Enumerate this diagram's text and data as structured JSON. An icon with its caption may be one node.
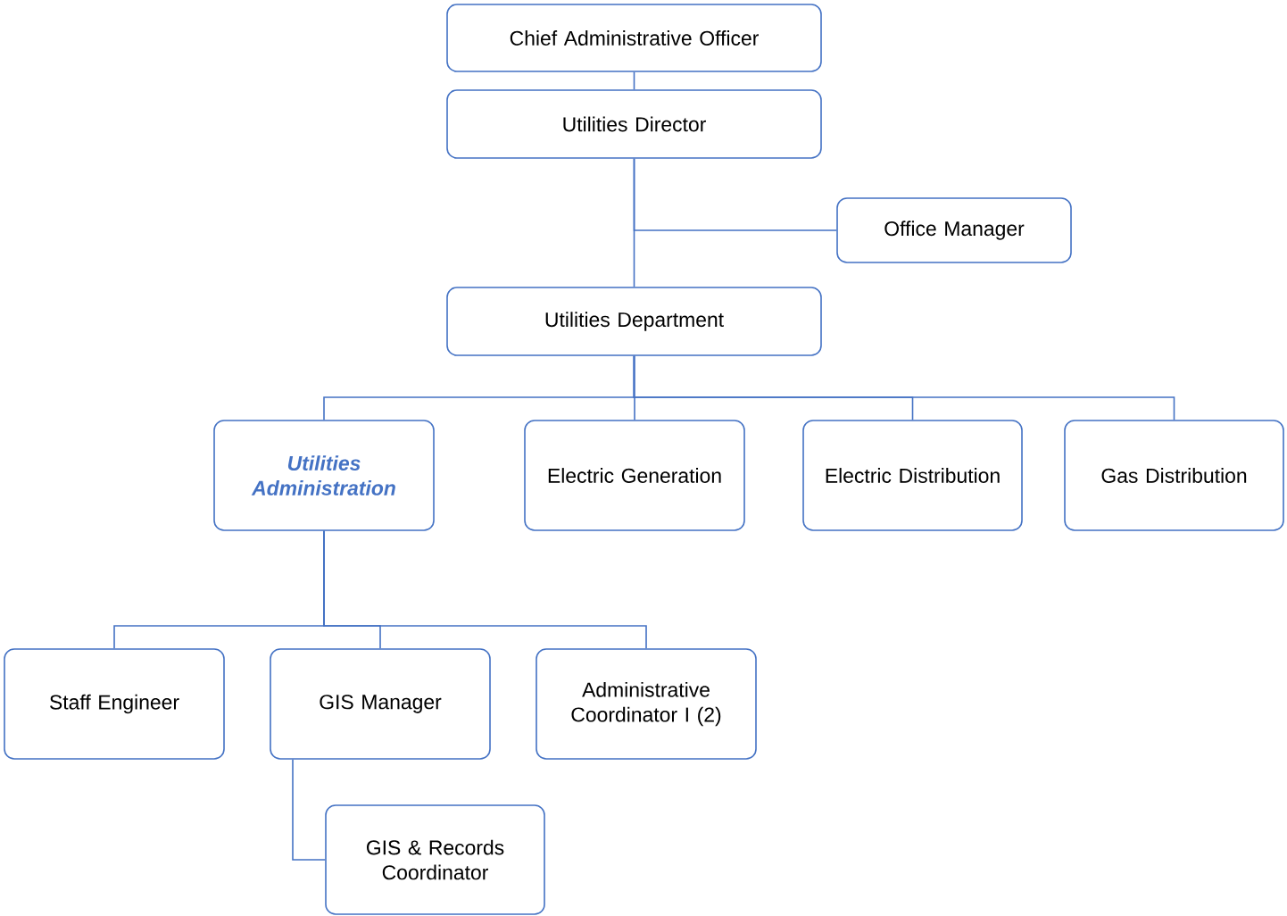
{
  "diagram": {
    "nodes": [
      {
        "text": [
          "Chief Administrative Officer"
        ]
      },
      {
        "text": [
          "Utilities Director"
        ]
      },
      {
        "text": [
          "Office Manager"
        ]
      },
      {
        "text": [
          "Utilities Department"
        ]
      },
      {
        "text": [
          "Utilities Administration"
        ]
      },
      {
        "text": [
          "Electric Generation"
        ]
      },
      {
        "text": [
          "Electric Distribution"
        ]
      },
      {
        "text": [
          "Gas Distribution"
        ]
      },
      {
        "text": [
          "Staff Engineer"
        ]
      },
      {
        "text": [
          "GIS Manager"
        ]
      },
      {
        "text": [
          "Administrative Coordinator I (2)"
        ]
      },
      {
        "text": [
          "GIS & Records Coordinator"
        ]
      }
    ],
    "edges": [
      {
        "from": 0,
        "to": 1,
        "arrow": "none"
      },
      {
        "from": 1,
        "to": 2,
        "arrow": "none"
      },
      {
        "from": 1,
        "to": 3,
        "arrow": "none"
      },
      {
        "from": 3,
        "to": 4,
        "arrow": "none"
      },
      {
        "from": 3,
        "to": 5,
        "arrow": "none"
      },
      {
        "from": 3,
        "to": 6,
        "arrow": "none"
      },
      {
        "from": 3,
        "to": 7,
        "arrow": "none"
      },
      {
        "from": 4,
        "to": 8,
        "arrow": "none"
      },
      {
        "from": 4,
        "to": 9,
        "arrow": "none"
      },
      {
        "from": 4,
        "to": 10,
        "arrow": "none"
      },
      {
        "from": 9,
        "to": 11,
        "arrow": "none"
      }
    ]
  }
}
